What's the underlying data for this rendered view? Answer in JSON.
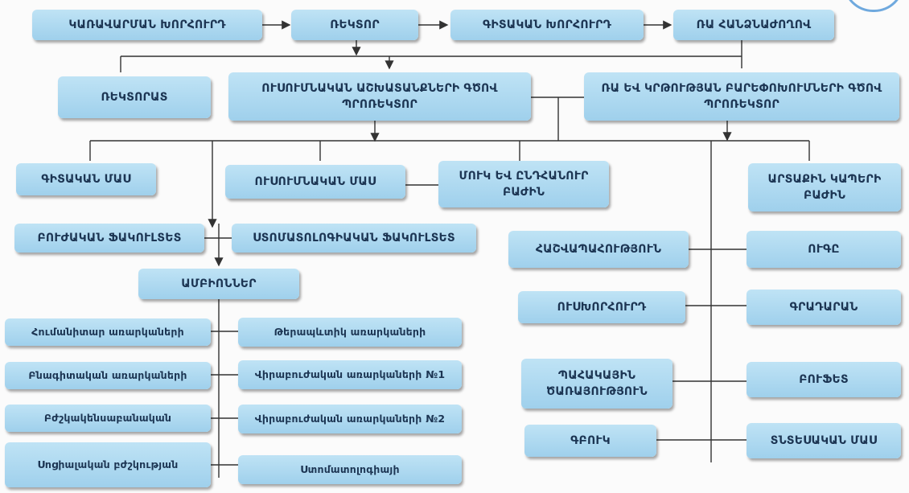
{
  "nodes": {
    "board": "ԿԱՌԱՎԱՐՄԱՆ ԽՈՐՀՈՒՐԴ",
    "rector": "ՌԵԿՏՈՐ",
    "sci_council": "ԳԻՏԱԿԱՆ ԽՈՐՀՈՒՐԴ",
    "ra_commission": "ՌԱ ՀԱՆՁՆԱԺՈՂՈՎ",
    "rectorate": "ՌԵԿՏՈՐԱՏ",
    "vr_academic": "ՈՒՍՈՒՄՆԱԿԱՆ ԱՇԽԱՏԱՆՔՆԵՐԻ ԳԾՈՎ ՊՐՈՌԵԿՏՈՐ",
    "vr_reforms": "ՌԱ ԵՎ ԿՐԹՈՒԹՅԱՆ ԲԱՐԵՓՈԽՈՒՄՆԵՐԻ ԳԾՈՎ ՊՐՈՌԵԿՏՈՐ",
    "sci_part": "ԳԻՏԱԿԱՆ ՄԱՍ",
    "edu_part": "ՈՒՍՈՒՄՆԱԿԱՆ ՄԱՍ",
    "admission": "ՄՈՒԿ ԵՎ ԸՆԴՀԱՆՈՒՐ ԲԱԺԻՆ",
    "external": "ԱՐՏԱՔԻՆ ԿԱՊԵՐԻ ԲԱԺԻՆ",
    "med_faculty": "ԲՈՒԺԱԿԱՆ ՖԱԿՈՒԼՏԵՏ",
    "dent_faculty": "ՍՏՈՄԱՏՈԼՈԳԻԱԿԱՆ ՖԱԿՈՒԼՏԵՏ",
    "chairs": "ԱՄԲԻՈՆՆԵՐ",
    "accounting": "ՀԱՇՎԱՊԱՀՈՒԹՅՈՒՆ",
    "usc": "ՈՒԳԸ",
    "student_council": "ՈՒՍԽՈՐՀՈՒՐԴ",
    "library": "ԳՐԱԴԱՐԱՆ",
    "guard": "ՊԱՀԱԿԱՅԻՆ ԾԱՌԱՅՈՒԹՅՈՒՆ",
    "buffet": "ԲՈՒՖԵՏ",
    "clinic": "ԳԲՈՒԿ",
    "econ": "ՏՆՏԵՍԱԿԱՆ ՄԱՍ"
  },
  "chairs_left": [
    "Հումանիտար առարկաների",
    "Բնագիտական առարկաների",
    "Բժշկակենսաբանական",
    "Սոցիալական բժշկության"
  ],
  "chairs_right": [
    "Թերապևտիկ առարկաների",
    "Վիրաբուժական առարկաների №1",
    "Վիրաբուժական առարկաների №2",
    "Ստոմատոլոգիայի"
  ],
  "colors": {
    "box_top": "#bfe3f5",
    "box_bottom": "#9fd0ec",
    "text": "#1c3553",
    "line": "#333333"
  }
}
